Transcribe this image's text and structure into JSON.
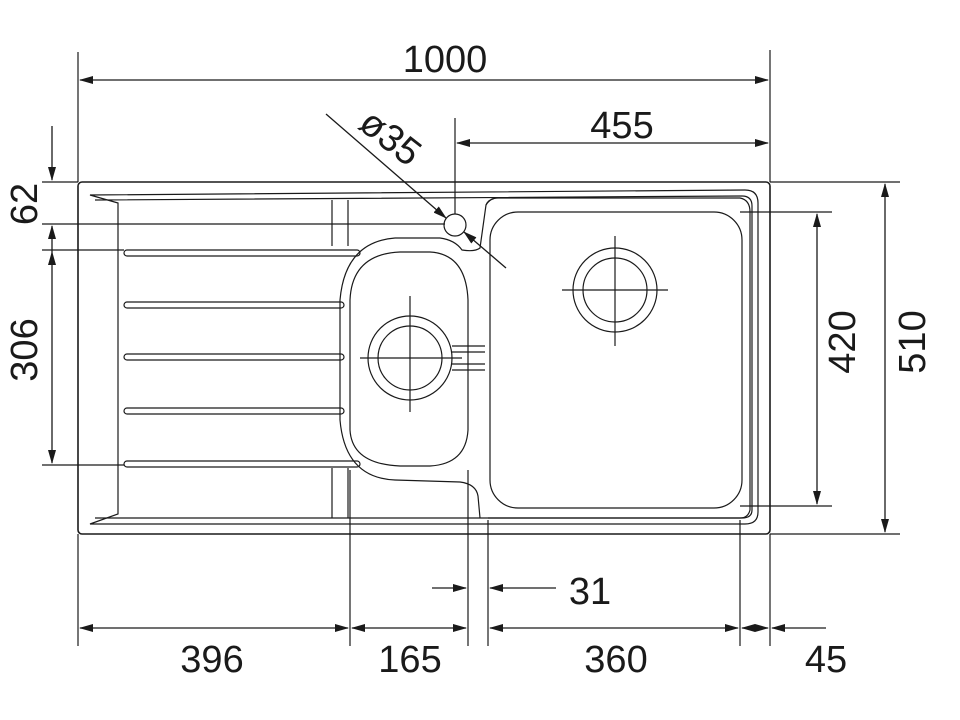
{
  "dimensions": {
    "overall_width": "1000",
    "bowl_right_width": "455",
    "waste_diameter": "ø35",
    "top_margin": "62",
    "drainer_height": "306",
    "bowl_height": "420",
    "overall_depth": "510",
    "drainer_width": "396",
    "small_bowl_width": "165",
    "gap": "31",
    "main_bowl_width": "360",
    "right_margin": "45"
  }
}
